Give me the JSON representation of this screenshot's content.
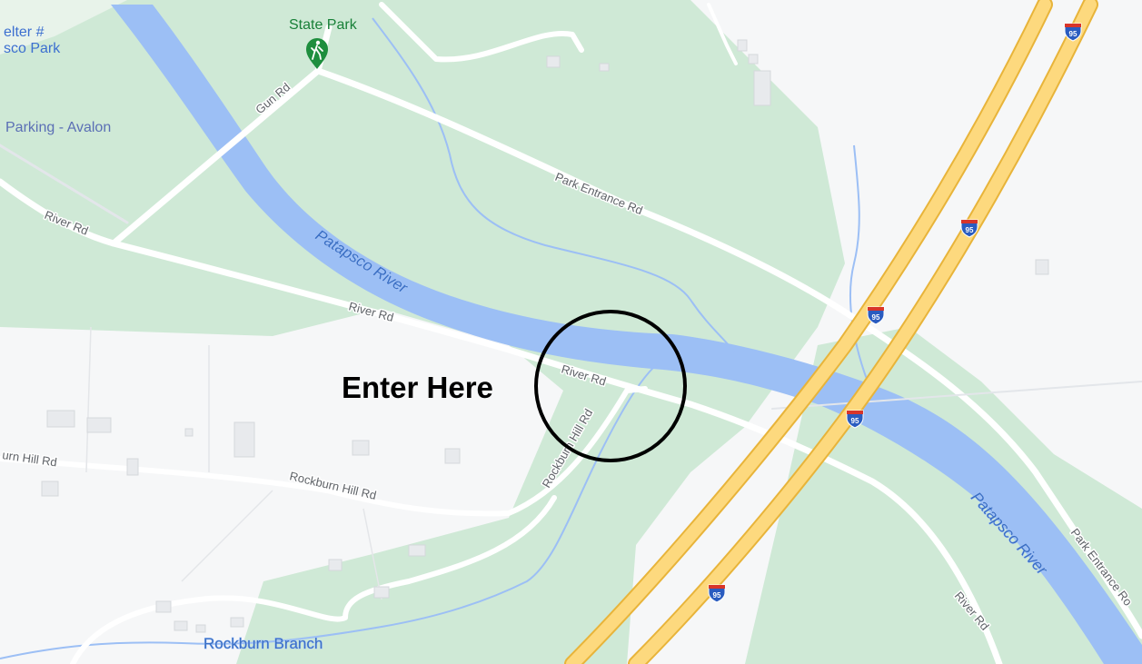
{
  "map": {
    "annotation": "Enter Here",
    "labels": {
      "state_park": "State Park",
      "shelter": "elter #",
      "shelter_park": "sco Park",
      "parking": "Parking - Avalon",
      "river_name": "Patapsco River",
      "rockburn_branch": "Rockburn Branch"
    },
    "roads": {
      "gun_rd": "Gun Rd",
      "park_entrance_rd": "Park Entrance Rd",
      "park_entrance_rd_partial": "Park Entrance Ro",
      "river_rd": "River Rd",
      "rockburn_hill_rd": "Rockburn Hill Rd",
      "rockburn_hill_rd_partial": "urn Hill Rd"
    },
    "highway_shield": "95",
    "colors": {
      "park": "#cfe9d6",
      "water": "#9cbff5",
      "highway": "#fdd97e",
      "highway_edge": "#e8b43a",
      "road": "#ffffff",
      "land": "#f6f7f8"
    },
    "icons": [
      "hiking-icon",
      "interstate-shield-icon"
    ]
  }
}
